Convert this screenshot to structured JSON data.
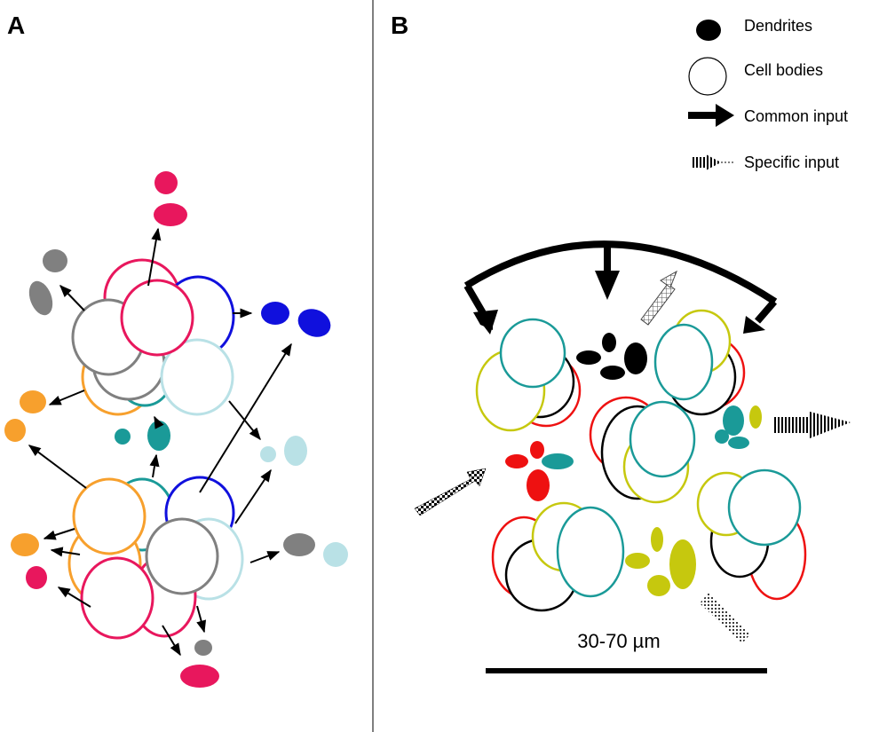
{
  "panels": {
    "a": {
      "label": "A"
    },
    "b": {
      "label": "B"
    }
  },
  "legend": {
    "dendrites": "Dendrites",
    "cell_bodies": "Cell bodies",
    "common_input": "Common input",
    "specific_input": "Specific input"
  },
  "scale_bar": {
    "label": "30-70 µm"
  },
  "colors": {
    "pink": "#e8175d",
    "blue": "#1010dd",
    "gray": "#808080",
    "light_blue": "#b9e1e6",
    "orange": "#f7a02d",
    "teal": "#1a9a98",
    "yellow_green": "#c6c80e",
    "red": "#ee1111",
    "black": "#000000"
  }
}
